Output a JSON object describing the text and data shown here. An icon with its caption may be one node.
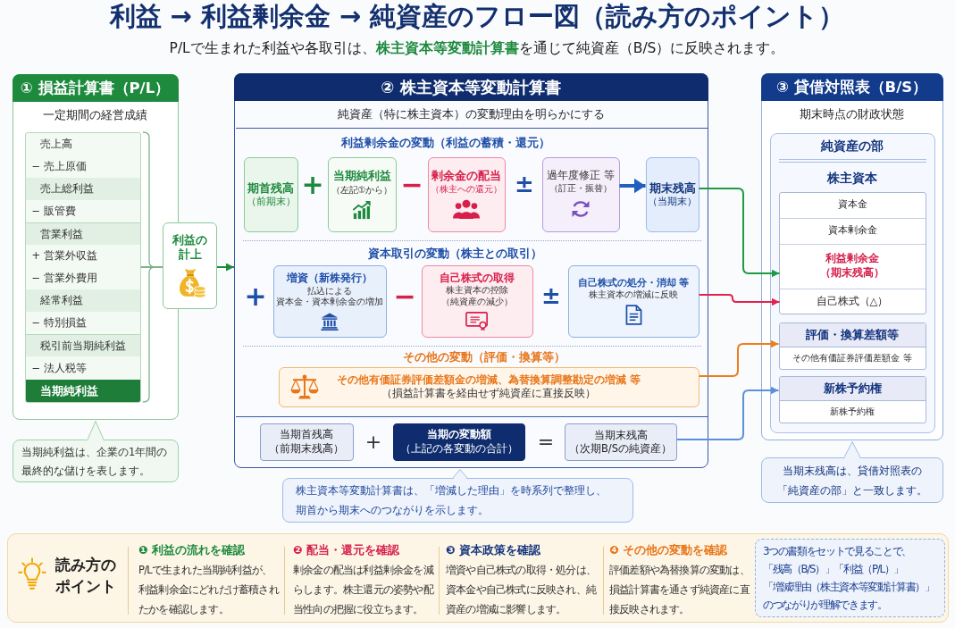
{
  "diagram": {
    "title": "利益 → 利益剰余金 → 純資産のフロー図（読み方のポイント）",
    "nodes": [
      {
        "text": [
          "① 損益計算書（P/L）",
          "一定期間の経営成績"
        ]
      },
      {
        "text": [
          "売上高",
          "− 売上原価",
          "売上総利益",
          "− 販管費",
          "営業利益",
          "+ 営業外収益",
          "− 営業外費用",
          "経常利益",
          "− 特別損益",
          "税引前当期純利益",
          "− 法人税等"
        ],
        "in": 0
      },
      {
        "text": [
          "当期純利益"
        ],
        "in": 1
      },
      {
        "text": [
          "利益の計上"
        ]
      },
      {
        "text": [
          "当期純利益は、企業の1年間の最終的な儲けを表します。"
        ]
      },
      {
        "text": [
          "② 株主資本等変動計算書",
          "純資産（特に株主資本）の変動理由を明らかにする",
          "利益剰余金の変動（利益の蓄積・還元）",
          "資本取引の変動（株主との取引）",
          "その他の変動（評価・換算等）"
        ]
      },
      {
        "text": [
          "期首残高",
          "（前期末）"
        ],
        "in": 5
      },
      {
        "text": [
          "当期純利益",
          "（左記①から）"
        ],
        "in": 5
      },
      {
        "text": [
          "剰余金の配当",
          "（株主への還元）"
        ],
        "in": 5
      },
      {
        "text": [
          "過年度修正 等",
          "（訂正・振替）"
        ],
        "in": 5
      },
      {
        "text": [
          "期末残高",
          "（当期末）"
        ],
        "in": 5
      },
      {
        "text": [
          "増資（新株発行）",
          "払込による",
          "資本金・資本剰余金の増加"
        ],
        "in": 5
      },
      {
        "text": [
          "自己株式の取得",
          "株主資本の控除",
          "（純資産の減少）"
        ],
        "in": 5
      },
      {
        "text": [
          "自己株式の処分・消却 等",
          "株主資本の増減に反映"
        ],
        "in": 5
      },
      {
        "text": [
          "その他有価証券評価差額金の増減、為替換算調整勘定の増減 等",
          "（損益計算書を経由せず純資産に直接反映）"
        ],
        "in": 5
      },
      {
        "text": [
          "当期首残高",
          "（前期末残高）"
        ],
        "in": 5
      },
      {
        "text": [
          "当期の変動額",
          "（上記の各変動の合計）"
        ],
        "in": 5
      },
      {
        "text": [
          "当期末残高",
          "（次期B/Sの純資産）"
        ],
        "in": 5
      },
      {
        "text": [
          "株主資本等変動計算書は、「増減した理由」を時系列で整理し、期首から期末へのつながりを示します。"
        ]
      },
      {
        "text": [
          "③ 貸借対照表（B/S）",
          "期末時点の財政状態"
        ]
      },
      {
        "text": [
          "純資産の部"
        ],
        "in": 19
      },
      {
        "text": [
          "株主資本"
        ],
        "in": 20
      },
      {
        "text": [
          "資本金"
        ],
        "in": 21
      },
      {
        "text": [
          "資本剰余金"
        ],
        "in": 21
      },
      {
        "text": [
          "利益剰余金",
          "（期末残高）"
        ],
        "in": 21
      },
      {
        "text": [
          "自己株式（△）"
        ],
        "in": 21
      },
      {
        "text": [
          "評価・換算差額等",
          "その他有価証券評価差額金 等"
        ],
        "in": 20
      },
      {
        "text": [
          "新株予約権",
          "新株予約権"
        ],
        "in": 20
      },
      {
        "text": [
          "当期末残高は、貸借対照表の「純資産の部」と一致します。"
        ]
      },
      {
        "text": [
          "読み方のポイント",
          "❶ 利益の流れを確認",
          "P/Lで生まれた当期純利益が、利益剰余金にどれだけ蓄積されたかを確認します。",
          "❷ 配当・還元を確認",
          "剰余金の配当は利益剰余金を減らします。株主還元の姿勢や配当性向の把握に役立ちます。",
          "❸ 資本政策を確認",
          "増資や自己株式の取得・処分は、資本金や自己株式に反映され、純資産の増減に影響します。",
          "❹ その他の変動を確認",
          "評価差額や為替換算の変動は、損益計算書を通さず純資産に直接反映されます。"
        ]
      },
      {
        "text": [
          "3つの書類をセットで見ることで、「残高（B/S）」「利益（P/L）」「増減理由（株主資本等変動計算書）」のつながりが理解できます。"
        ],
        "in": 29
      }
    ],
    "edges": [
      {
        "from": 1,
        "to": 3,
        "arrow": "none",
        "color": "#7fb28c"
      },
      {
        "from": 3,
        "to": 5,
        "arrow": "to",
        "color": "#1e8a3e"
      },
      {
        "from": 9,
        "to": 10,
        "arrow": "to",
        "style": "thick",
        "color": "#1f5fbf"
      },
      {
        "from": 10,
        "to": 24,
        "arrow": "to",
        "color": "#1e9a44"
      },
      {
        "from": 13,
        "to": 25,
        "arrow": "to",
        "color": "#e3234f"
      },
      {
        "from": 14,
        "to": 26,
        "arrow": "to",
        "color": "#ee7d1a"
      },
      {
        "from": 17,
        "to": 27,
        "arrow": "to",
        "color": "#5b8fdc"
      }
    ],
    "labels": [
      "P/Lで生まれた利益や各取引は、**株主資本等変動計算書**を通じて純資産（B/S）に反映されます。",
      "+",
      "−",
      "±",
      "+",
      "−",
      "±",
      "+",
      "="
    ]
  }
}
